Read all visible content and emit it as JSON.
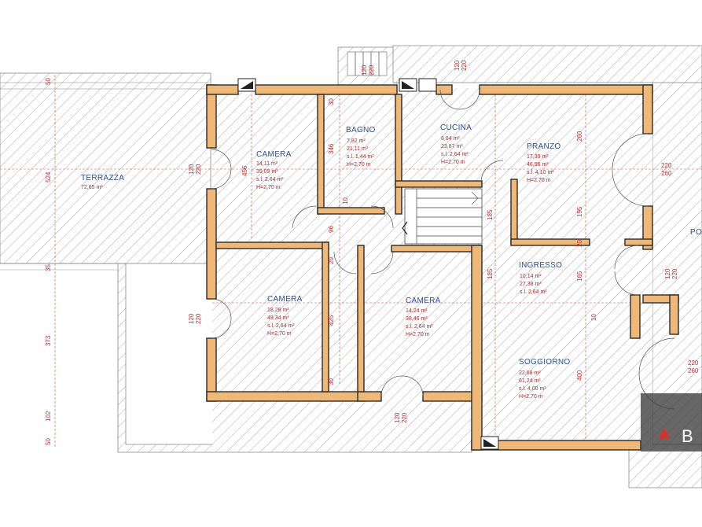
{
  "rooms": {
    "terrazza": {
      "name": "TERRAZZA",
      "area": "72,65 m²"
    },
    "camera1": {
      "name": "CAMERA",
      "l1": "14,11 m²",
      "l2": "39,09 m³",
      "l3": "s.l. 2,64 m²",
      "l4": "H=2,70 m"
    },
    "bagno": {
      "name": "BAGNO",
      "l1": "7,82 m²",
      "l2": "21,11 m³",
      "l3": "s.l. 1,44 m²",
      "l4": "H=2,70 m"
    },
    "cucina": {
      "name": "CUCINA",
      "l1": "8,84 m²",
      "l2": "23,87 m³",
      "l3": "s.l. 2,64 m²",
      "l4": "H=2,70 m"
    },
    "pranzo": {
      "name": "PRANZO",
      "l1": "17,39 m²",
      "l2": "46,96 m³",
      "l3": "s.l. 4,10 m²",
      "l4": "H=2,70 m"
    },
    "ingresso": {
      "name": "INGRESSO",
      "l1": "10,14 m²",
      "l2": "27,38 m³",
      "l3": "s.l. 2,64 m²"
    },
    "camera2": {
      "name": "CAMERA",
      "l1": "18,28 m²",
      "l2": "49,34 m³",
      "l3": "s.l. 2,64 m²",
      "l4": "H=2,70 m"
    },
    "camera3": {
      "name": "CAMERA",
      "l1": "14,24 m²",
      "l2": "38,46 m³",
      "l3": "s.l. 2,64 m²",
      "l4": "H=2,70 m"
    },
    "soggiorno": {
      "name": "SOGGIORNO",
      "l1": "22,68 m²",
      "l2": "61,24 m³",
      "l3": "s.l. 4,00 m²",
      "l4": "H=2,70 m"
    },
    "portico": {
      "name": "PO"
    }
  },
  "dimensions": {
    "d50": "50",
    "d524": "524",
    "d35": "35",
    "d373": "373",
    "d102": "102",
    "d50b": "50",
    "d456": "456",
    "d346": "346",
    "d30a": "30",
    "d10a": "10",
    "d96": "96",
    "d20a": "20",
    "d425": "425",
    "d30b": "30",
    "d260": "260",
    "d195": "195",
    "d20b": "20",
    "d185a": "185",
    "d185b": "185",
    "d165": "165",
    "d10b": "10",
    "d400": "400",
    "door_camera1_w": "120",
    "door_camera1_h": "220",
    "door_camera2_w": "120",
    "door_camera2_h": "220",
    "door_bagno_w": "120",
    "door_bagno_h": "220",
    "door_cucina_w": "120",
    "door_cucina_h": "220",
    "door_pranzo_w": "220",
    "door_pranzo_h": "260",
    "door_ingresso_w": "120",
    "door_ingresso_h": "220",
    "door_camera3_w": "120",
    "door_camera3_h": "220",
    "door_sogg_w": "220",
    "door_sogg_h": "260"
  },
  "logo": {
    "letter": "B",
    "mark_color": "#d8322c"
  },
  "colors": {
    "wall": "#f0b877",
    "room_label": "#2a4fa0",
    "dimension": "#c03030"
  }
}
